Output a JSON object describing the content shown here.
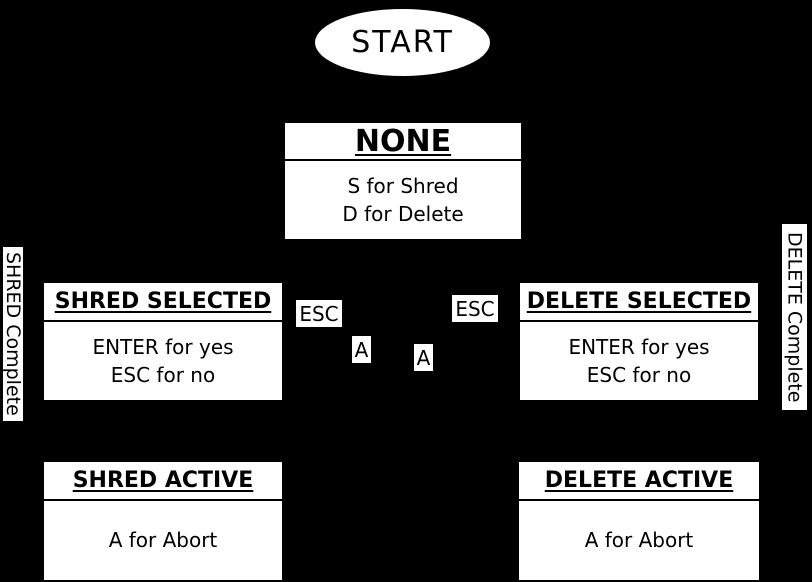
{
  "diagram": {
    "colors": {
      "background": "#000000",
      "node_fill": "#ffffff",
      "text": "#000000"
    },
    "start_node": {
      "label": "START"
    },
    "states": [
      {
        "id": "none",
        "title": "NONE",
        "body": [
          "S for Shred",
          "D for Delete"
        ]
      },
      {
        "id": "shred-selected",
        "title": "SHRED SELECTED",
        "body": [
          "ENTER for yes",
          "ESC for no"
        ]
      },
      {
        "id": "delete-selected",
        "title": "DELETE SELECTED",
        "body": [
          "ENTER for yes",
          "ESC for no"
        ]
      },
      {
        "id": "shred-active",
        "title": "SHRED ACTIVE",
        "body": [
          "A for Abort"
        ]
      },
      {
        "id": "delete-active",
        "title": "DELETE ACTIVE",
        "body": [
          "A for Abort"
        ]
      }
    ],
    "edge_labels": {
      "esc_left": "ESC",
      "esc_right": "ESC",
      "a_left": "A",
      "a_right": "A"
    },
    "side_labels": {
      "left": "SHRED Complete",
      "right": "DELETE Complete"
    }
  }
}
